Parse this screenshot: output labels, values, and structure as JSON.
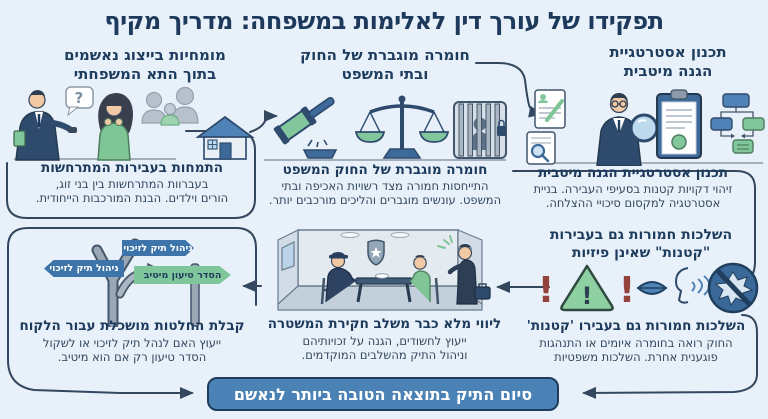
{
  "title": "תפקידו של עורך דין לאלימות במשפחה: מדריך מקיף",
  "top_left": {
    "header": "מומחיות בייצוג נאשמים\nבתוך התא המשפחתי",
    "title": "התמחות בעבירות המתרחשות",
    "body": "בעברוות המתרחשות בין בני זוג,\nהורים וילדים. הבנת המורכבות הייחודית."
  },
  "top_mid": {
    "header": "חומרה מוגברת של החוק\nובתי המשפט",
    "title": "חומרה מוגברת של החוק המשפט",
    "body": "התייחסות חמורה מצד רשויות האכיפה ובתי\nהמשפט. עונשים מוגברים והליכים מורכבים יותר."
  },
  "top_right": {
    "header": "תכנון אסטרטגיית\nהגנה מיטבית",
    "title": "תכנון אסטרטגיית הגנה מיטבית",
    "body": "זיהוי דקויות קטנות בסעיפי העבירה. בניית\nאסטרטגיה למקסום סיכויי ההצלחה."
  },
  "bottom_right": {
    "header": "השלכות חמורות גם בעבירות\n\"קטנות\" שאינן פיזיות",
    "title": "השלכות חמורות גם בעבירו 'קטנות'",
    "body": "החוק רואה בחומרה איומים או התנהגות\nפוגענית אחרת. השלכות משפטיות"
  },
  "bottom_mid": {
    "title": "ליווי מלא כבר משלב חקירת המשטרה",
    "body": "ייעוץ לחשודים, הגנה על זכויותיהם\nוניהול התיק מהשלבים המוקדמים."
  },
  "bottom_left": {
    "title": "קבלת החלטות מושכלת עבור הלקוח",
    "body": "ייעוץ האם לנהל תיק לזיכוי או לשקול\nהסדר טיעון רק אם הוא מיטיב.",
    "signs": {
      "top": "ניהול תיק לזיכוי",
      "side": "ניהול תיק לזיכוי",
      "plea": "הסדר טיעון מיטיב"
    }
  },
  "banner": {
    "label": "סיום התיק בתוצאה הטובה ביותר לנאשם"
  },
  "icons": {
    "question_mark": "?",
    "exclamation": "!"
  },
  "colors": {
    "background": "#e8f1f9",
    "heading_navy": "#1d3a5c",
    "body_text": "#30455c",
    "banner_blue": "#4a82b5",
    "sign_blue": "#3d74aa",
    "sign_green": "#7fc79b",
    "line": "#33475e"
  }
}
